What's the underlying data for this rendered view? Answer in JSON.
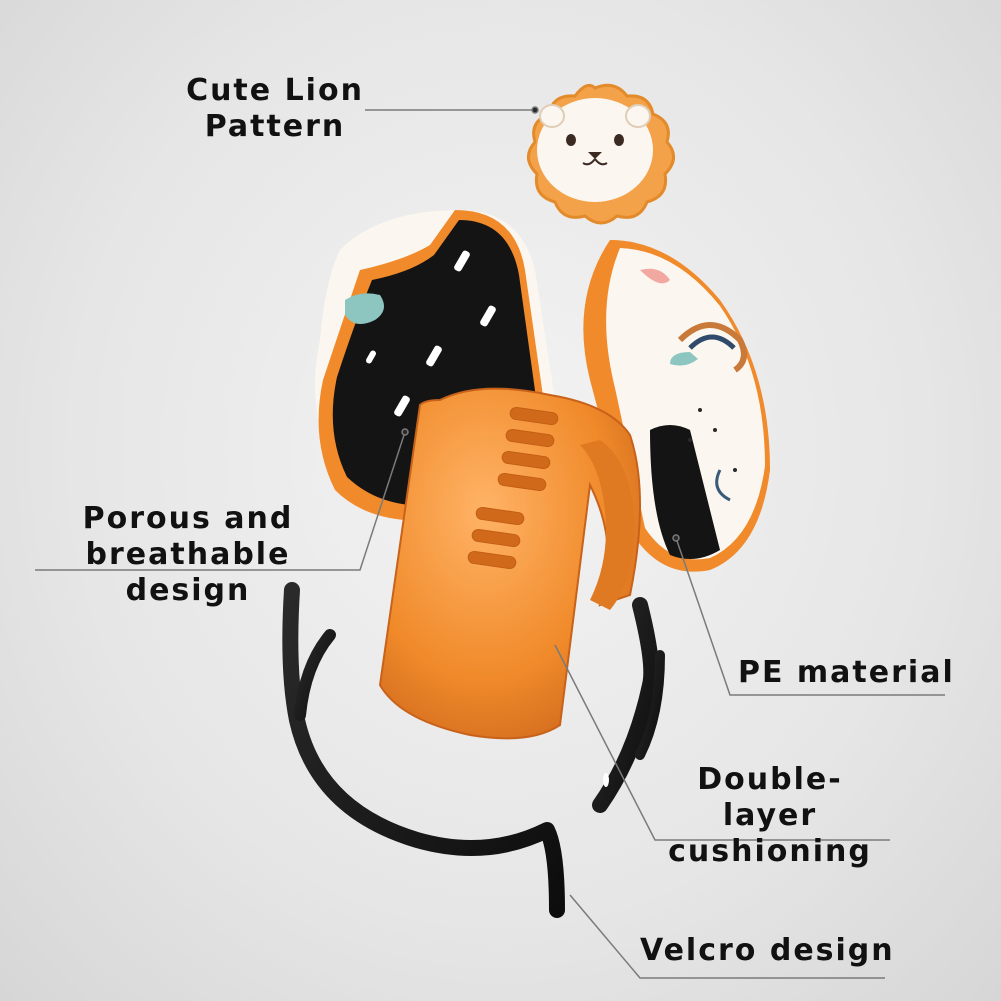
{
  "labels": {
    "cute_lion_pattern": "Cute Lion\nPattern",
    "porous_breathable": "Porous and\nbreathable design",
    "pe_material": "PE material",
    "double_layer": "Double-layer\ncushioning",
    "velcro": "Velcro design"
  },
  "colors": {
    "orange": "#f08a2a",
    "orange_dark": "#d9701a",
    "black": "#141414",
    "cream": "#fbf7f0",
    "leader_line": "#7a7a7a",
    "text": "#111111"
  },
  "icons": [
    "lion-face-icon"
  ]
}
